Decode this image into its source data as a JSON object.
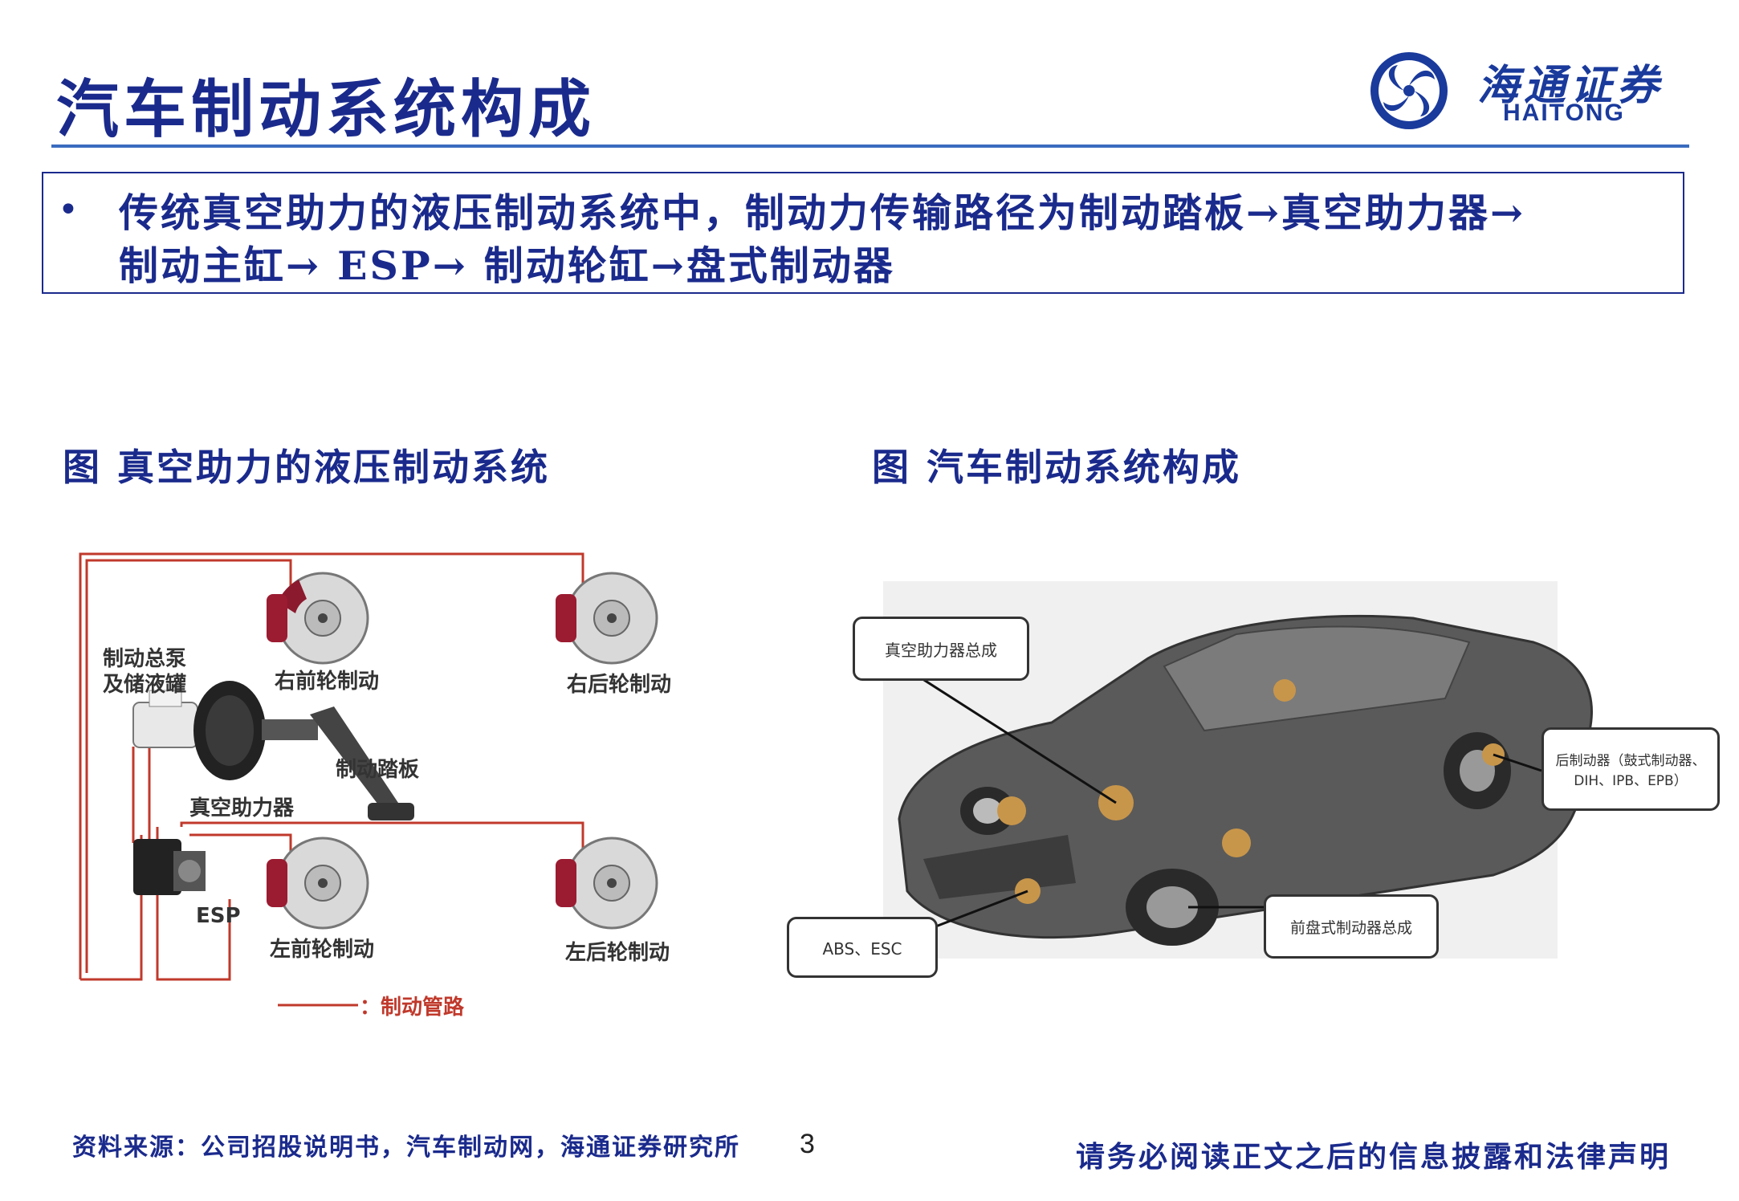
{
  "header": {
    "title": "汽车制动系统构成",
    "logo_cn": "海通证券",
    "logo_en": "HAITONG"
  },
  "bullet": {
    "line1": "传统真空助力的液压制动系统中，制动力传输路径为制动踏板→真空助力器→",
    "line2": "制动主缸→ ESP→ 制动轮缸→盘式制动器"
  },
  "figures": {
    "left": {
      "caption": "图 真空助力的液压制动系统",
      "labels": {
        "master_cylinder_1": "制动总泵",
        "master_cylinder_2": "及储液罐",
        "front_right": "右前轮制动",
        "rear_right": "右后轮制动",
        "pedal": "制动踏板",
        "booster": "真空助力器",
        "esp": "ESP",
        "front_left": "左前轮制动",
        "rear_left": "左后轮制动",
        "legend": "：制动管路"
      }
    },
    "right": {
      "caption": "图 汽车制动系统构成",
      "callouts": {
        "booster_assembly": "真空助力器总成",
        "rear_brake": "后制动器（鼓式制动器、DIH、IPB、EPB）",
        "abs_esc": "ABS、ESC",
        "front_disc": "前盘式制动器总成"
      }
    }
  },
  "footer": {
    "source": "资料来源：公司招股说明书，汽车制动网，海通证券研究所",
    "page": "3",
    "disclaimer": "请务必阅读正文之后的信息披露和法律声明"
  },
  "colors": {
    "brand_blue": "#1a2a8c",
    "rule_blue": "#3a6cbf",
    "brake_line_red": "#c0392b"
  }
}
